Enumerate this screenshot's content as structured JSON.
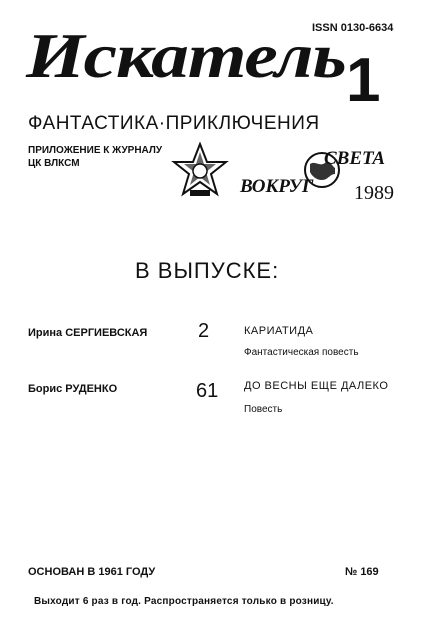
{
  "header": {
    "issn": "ISSN 0130-6634",
    "title": "Искатель",
    "issue_number": "1",
    "subtitle": "ФАНТАСТИКА·ПРИКЛЮЧЕНИЯ",
    "supplement_line1": "ПРИЛОЖЕНИЕ К ЖУРНАЛУ",
    "supplement_line2": "ЦК ВЛКСМ",
    "logo_text_top": "СВЕТА",
    "logo_text_bottom": "ВОКРУГ",
    "year": "1989"
  },
  "contents": {
    "heading": "В ВЫПУСКЕ:",
    "items": [
      {
        "author": "Ирина СЕРГИЕВСКАЯ",
        "page": "2",
        "title": "КАРИАТИДА",
        "genre": "Фантастическая повесть"
      },
      {
        "author": "Борис РУДЕНКО",
        "page": "61",
        "title": "ДО ВЕСНЫ ЕЩЕ ДАЛЕКО",
        "genre": "Повесть"
      }
    ]
  },
  "footer": {
    "founded": "ОСНОВАН В 1961 ГОДУ",
    "number": "№ 169",
    "frequency": "Выходит 6 раз в год. Распространяется только в розницу."
  }
}
